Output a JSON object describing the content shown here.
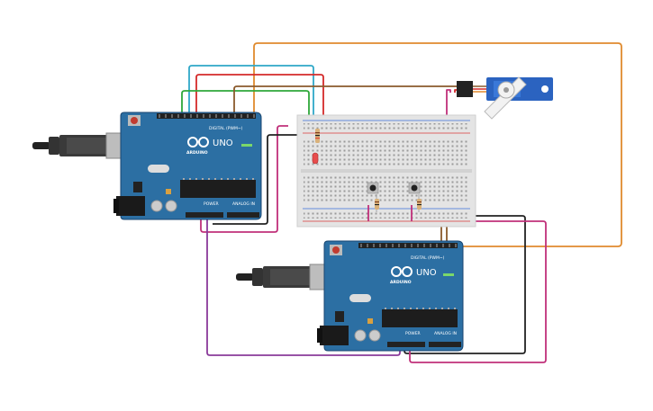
{
  "colors": {
    "board": "#2c6fa3",
    "board_dark": "#1d4f7c",
    "board_edge": "#1a4670",
    "breadboard": "#e4e4e4",
    "breadboard_rail_red": "#d83a3a",
    "breadboard_rail_blue": "#3a6fd8",
    "servo": "#2b63c0",
    "wire_orange": "#e08a2e",
    "wire_cyan": "#2fa8c8",
    "wire_red": "#d42a2a",
    "wire_green": "#2fa83a",
    "wire_brown": "#8a5a2c",
    "wire_magenta": "#c0307a",
    "wire_purple": "#8a3a9a",
    "wire_black": "#222222",
    "led": "#e74c4c",
    "resistor": "#d9b17a"
  },
  "boards": {
    "top": {
      "name": "UNO",
      "brand": "ARDUINO",
      "digital_label": "DIGITAL (PWM~)",
      "power_label": "POWER",
      "analog_label": "ANALOG IN"
    },
    "bottom": {
      "name": "UNO",
      "brand": "ARDUINO",
      "digital_label": "DIGITAL (PWM~)",
      "power_label": "POWER",
      "analog_label": "ANALOG IN"
    }
  },
  "components": {
    "servo": "servo-icon",
    "led": "led-icon",
    "buttons": [
      "pushbutton-icon",
      "pushbutton-icon"
    ],
    "resistors": [
      "resistor-icon",
      "resistor-icon",
      "resistor-icon"
    ]
  }
}
